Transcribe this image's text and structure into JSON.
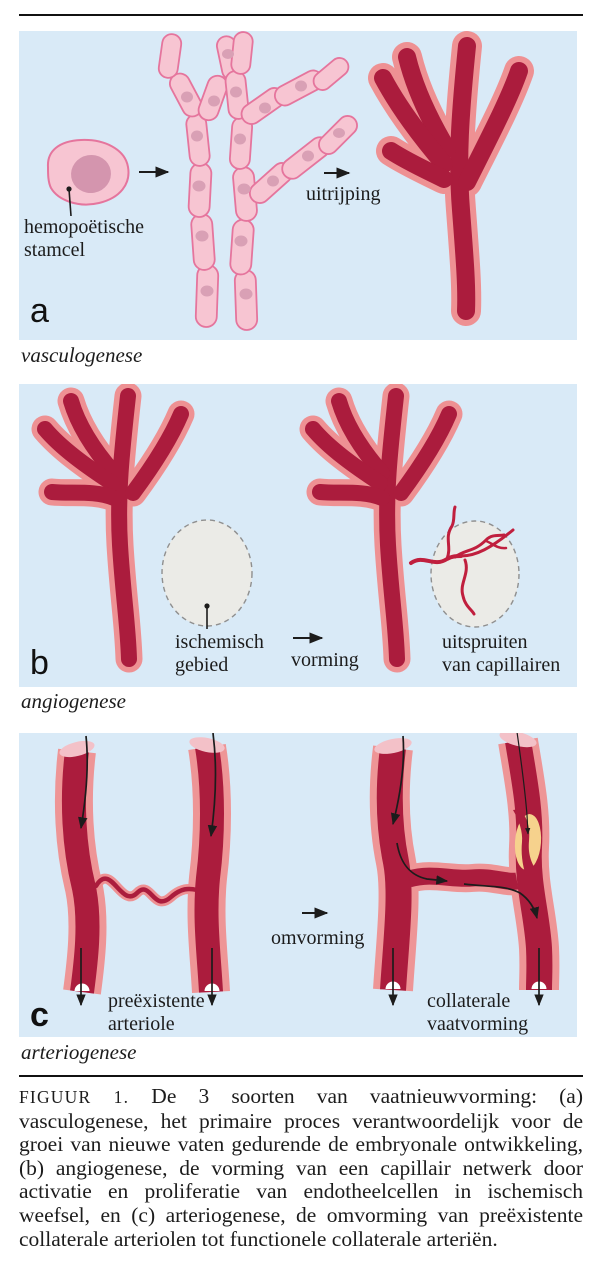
{
  "figure": {
    "title_visible": false
  },
  "colors": {
    "panel_bg": "#d9eaf7",
    "vessel_dark_red": "#ab1c3d",
    "vessel_outline_salmon": "#ee9193",
    "vessel_wall_salmon": "#ee9596",
    "cut_face_pink": "#f3c1c8",
    "cell_fill": "#f7c5d2",
    "cell_stroke": "#e5759d",
    "cell_nucleus": "#d9a0b5",
    "stem_nucleus": "#d495ae",
    "ischemic_fill": "#ebebe7",
    "ischemic_dash": "#8f8f8f",
    "capillary_red": "#c01f3e",
    "plaque_yellow": "#f6d28d",
    "text": "#1c1c1c"
  },
  "panels": [
    {
      "letter": "a",
      "name": "vasculogenese",
      "labels": {
        "stem_line1": "hemopoëtische",
        "stem_line2": "stamcel",
        "arrow2": "uitrijping"
      }
    },
    {
      "letter": "b",
      "name": "angiogenese",
      "labels": {
        "ischemic_line1": "ischemisch",
        "ischemic_line2": "gebied",
        "arrow": "vorming",
        "sprout_line1": "uitspruiten",
        "sprout_line2": "van capillairen"
      }
    },
    {
      "letter": "c",
      "name": "arteriogenese",
      "labels": {
        "left_line1": "preëxistente",
        "left_line2": "arteriole",
        "arrow": "omvorming",
        "right_line1": "collaterale",
        "right_line2": "vaatvorming"
      }
    }
  ],
  "caption": {
    "lead": "FIGUUR 1.",
    "body": " De 3 soorten van vaatnieuwvorming: (a) vasculogenese, het primaire proces verantwoordelijk voor de groei van nieuwe vaten gedurende de embryonale ontwikkeling, (b) angiogenese, de vorming van een capillair netwerk door activatie en proliferatie van endotheelcellen in ischemisch weefsel, en (c) arteriogenese, de omvorming van preëxistente collaterale arteriolen tot functionele collaterale arteriën."
  }
}
